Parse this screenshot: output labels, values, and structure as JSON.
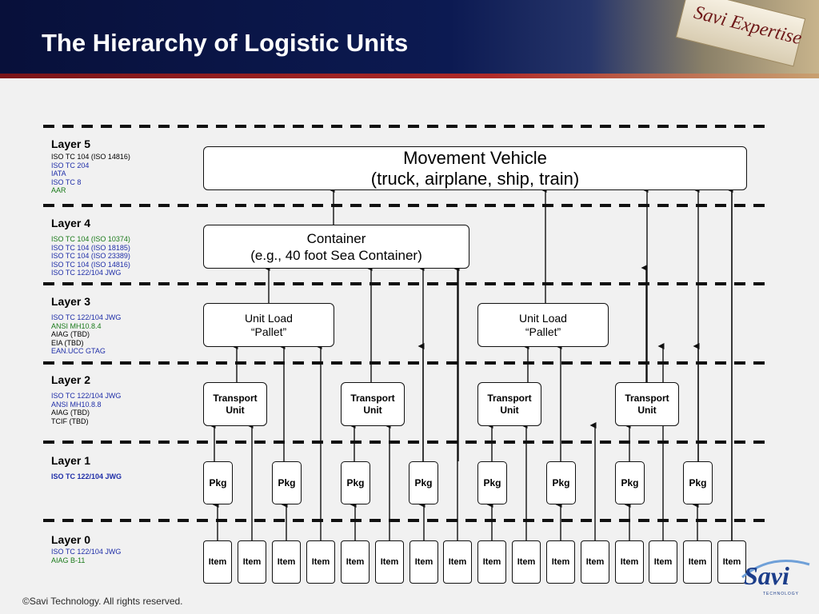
{
  "title": "The Hierarchy of Logistic Units",
  "header_badge": "Savi Expertise",
  "colors": {
    "green": "#1a7a1a",
    "blue": "#1f2ea8",
    "black": "#000000"
  },
  "layers": [
    {
      "name": "Layer 5",
      "standards": [
        {
          "text": "ISO TC 104 (ISO 14816)",
          "color": "black"
        },
        {
          "text": "ISO TC 204",
          "color": "blue"
        },
        {
          "text": "IATA",
          "color": "blue"
        },
        {
          "text": "ISO TC 8",
          "color": "blue"
        },
        {
          "text": "AAR",
          "color": "green"
        }
      ]
    },
    {
      "name": "Layer 4",
      "standards": [
        {
          "text": "ISO TC 104 (ISO 10374)",
          "color": "green"
        },
        {
          "text": "ISO TC 104 (ISO 18185)",
          "color": "blue"
        },
        {
          "text": "ISO TC 104 (ISO 23389)",
          "color": "blue"
        },
        {
          "text": "ISO TC 104 (ISO 14816)",
          "color": "blue"
        },
        {
          "text": "ISO TC 122/104 JWG",
          "color": "blue"
        }
      ]
    },
    {
      "name": "Layer 3",
      "standards": [
        {
          "text": "ISO TC 122/104 JWG",
          "color": "blue"
        },
        {
          "text": "ANSI MH10.8.4",
          "color": "green"
        },
        {
          "text": "AIAG (TBD)",
          "color": "black"
        },
        {
          "text": "EIA (TBD)",
          "color": "black"
        },
        {
          "text": "EAN.UCC GTAG",
          "color": "blue"
        }
      ]
    },
    {
      "name": "Layer 2",
      "standards": [
        {
          "text": "ISO TC 122/104 JWG",
          "color": "blue"
        },
        {
          "text": "ANSI MH10.8.8",
          "color": "blue"
        },
        {
          "text": "AIAG (TBD)",
          "color": "black"
        },
        {
          "text": "TCIF (TBD)",
          "color": "black"
        }
      ]
    },
    {
      "name": "Layer 1",
      "standards": [
        {
          "text": "ISO TC 122/104 JWG",
          "color": "blue",
          "bold": true
        }
      ]
    },
    {
      "name": "Layer 0",
      "standards": [
        {
          "text": "ISO TC 122/104 JWG",
          "color": "blue"
        },
        {
          "text": "AIAG B-11",
          "color": "green"
        }
      ]
    }
  ],
  "boxes": {
    "vehicle": [
      "Movement Vehicle",
      "(truck, airplane, ship, train)"
    ],
    "container": [
      "Container",
      "(e.g., 40 foot Sea Container)"
    ],
    "unit_load": [
      "Unit Load",
      "“Pallet”"
    ],
    "transport": [
      "Transport",
      "Unit"
    ],
    "pkg": "Pkg",
    "item": "Item"
  },
  "copyright": "©Savi Technology. All rights reserved.",
  "logo": {
    "text": "Savi",
    "subtext": "TECHNOLOGY"
  }
}
